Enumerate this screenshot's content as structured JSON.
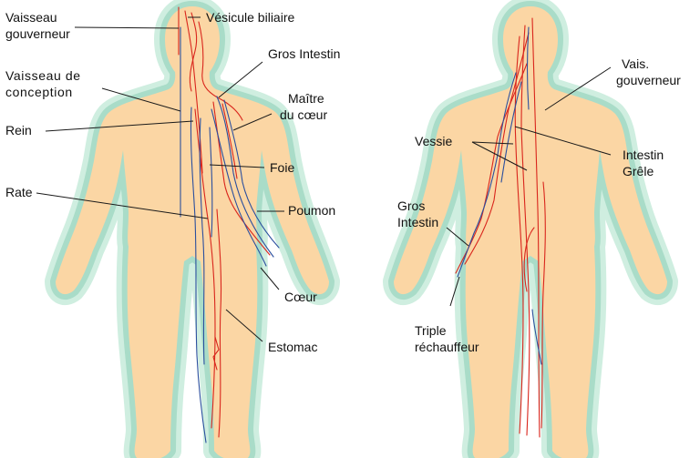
{
  "front_labels": {
    "vaisseau_gouverneur": [
      "Vaisseau",
      "gouverneur"
    ],
    "vesicule_biliaire": "Vésicule biliaire",
    "gros_intestin": "Gros Intestin",
    "vaisseau_conception": [
      "Vaisseau de",
      "conception"
    ],
    "maitre_du_coeur": [
      "Maître",
      "du cœur"
    ],
    "rein": "Rein",
    "foie": "Foie",
    "rate": "Rate",
    "poumon": "Poumon",
    "coeur": "Cœur",
    "estomac": "Estomac"
  },
  "back_labels": {
    "vais_gouverneur": [
      "Vais.",
      "gouverneur"
    ],
    "vessie": "Vessie",
    "intestin_grele": [
      "Intestin",
      "Grêle"
    ],
    "gros_intestin": [
      "Gros",
      "Intestin"
    ],
    "triple_rechauffeur": [
      "Triple",
      "réchauffeur"
    ]
  },
  "colors": {
    "skin": "#fbd6a4",
    "aura": "#a9dcc8",
    "yang_meridian": "#d9251c",
    "yin_meridian": "#2b4f9e"
  }
}
